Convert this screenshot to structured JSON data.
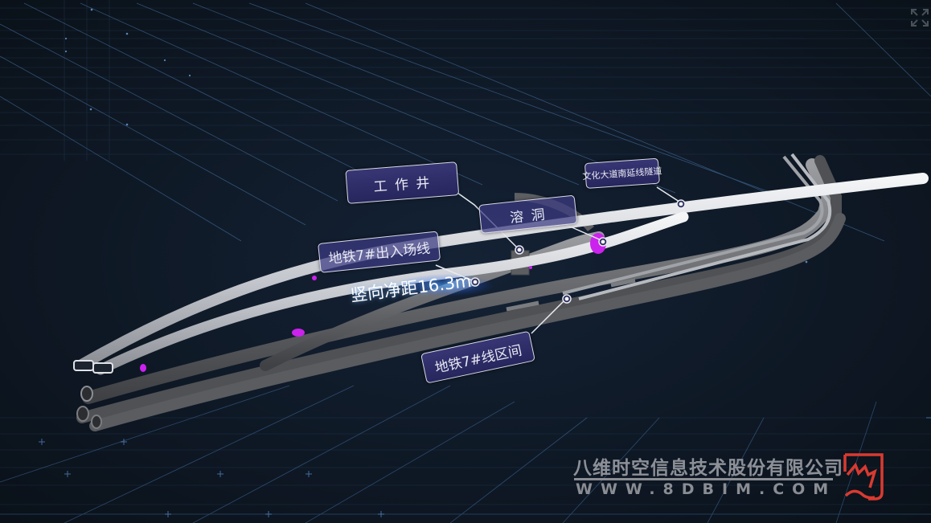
{
  "scene": {
    "background_color": "#0d1622",
    "grid_color": "#3a6aa0",
    "tunnel_light_color": "#c9ccd2",
    "tunnel_dark_color": "#6d6f73",
    "marker_color": "#cc22ee",
    "label_fill_color": "#3a3778"
  },
  "labels": {
    "work_shaft": "工 作 井",
    "karst_cave": "溶 洞",
    "wenhua_tunnel": "文化大道南延线隧道",
    "metro7_access": "地铁7#出入场线",
    "metro7_section": "地铁7#线区间"
  },
  "measurement": {
    "vertical_clearance": "竖向净距16.3m"
  },
  "brand": {
    "company_name": "八维时空信息技术股份有限公司",
    "website": "WWW.8DBIM.COM",
    "logo_color": "#d93a30"
  },
  "controls": {
    "fullscreen_icon": "fullscreen-expand-icon"
  }
}
